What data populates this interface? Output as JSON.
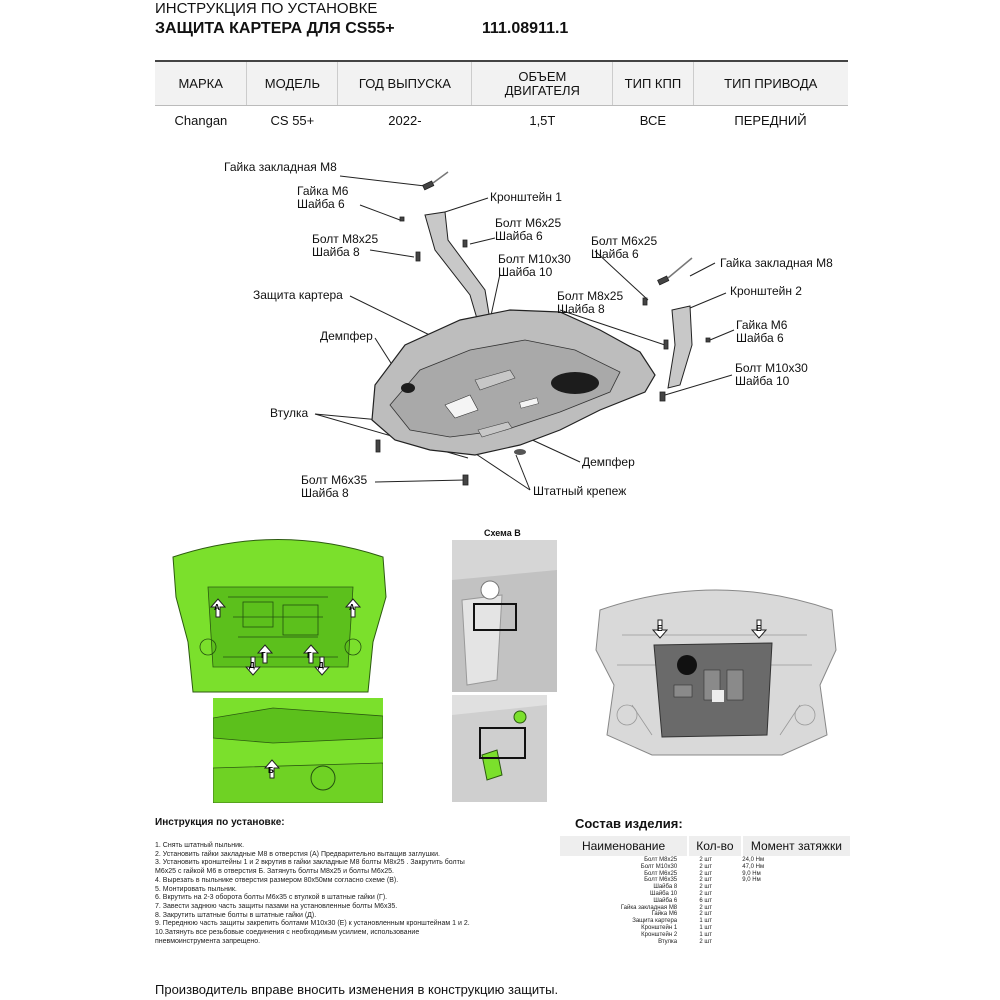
{
  "header": {
    "line1": "ИНСТРУКЦИЯ ПО УСТАНОВКЕ",
    "line2": "ЗАЩИТА КАРТЕРА ДЛЯ CS55+",
    "code": "111.08911.1"
  },
  "spec_table": {
    "headers": [
      "МАРКА",
      "МОДЕЛЬ",
      "ГОД ВЫПУСКА",
      "ОБЪЕМ ДВИГАТЕЛЯ",
      "ТИП КПП",
      "ТИП ПРИВОДА"
    ],
    "values": [
      "Changan",
      "CS 55+",
      "2022-",
      "1,5T",
      "ВСЕ",
      "ПЕРЕДНИЙ"
    ]
  },
  "callouts": {
    "nut_m8_a": "Гайка закладная М8",
    "nut_m6_a_1": "Гайка М6",
    "nut_m6_a_2": "Шайба 6",
    "bolt_m8x25_a_1": "Болт М8х25",
    "bolt_m8x25_a_2": "Шайба 8",
    "crank_guard": "Защита картера",
    "damper_a": "Демпфер",
    "bushing": "Втулка",
    "bolt_m6x35_1": "Болт М6х35",
    "bolt_m6x35_2": "Шайба 8",
    "bracket1": "Кронштейн 1",
    "bolt_m6x25_a_1": "Болт М6х25",
    "bolt_m6x25_a_2": "Шайба 6",
    "bolt_m10x30_a_1": "Болт М10х30",
    "bolt_m10x30_a_2": "Шайба 10",
    "bolt_m6x25_b_1": "Болт М6х25",
    "bolt_m6x25_b_2": "Шайба 6",
    "nut_m8_b": "Гайка закладная М8",
    "bracket2": "Кронштейн 2",
    "bolt_m8x25_b_1": "Болт М8х25",
    "bolt_m8x25_b_2": "Шайба 8",
    "nut_m6_b_1": "Гайка М6",
    "nut_m6_b_2": "Шайба 6",
    "bolt_m10x30_b_1": "Болт М10х30",
    "bolt_m10x30_b_2": "Шайба 10",
    "damper_b": "Демпфер",
    "std_fasteners": "Штатный крепеж"
  },
  "photos": {
    "scheme_title": "Схема В",
    "marks": {
      "a1": "А",
      "a2": "А",
      "g1": "Г",
      "g2": "Г",
      "d1": "Д",
      "d2": "Д",
      "b": "Б",
      "e1": "Е",
      "e2": "Е"
    }
  },
  "instructions": {
    "title": "Инструкция по установке:",
    "steps": [
      "1. Снять штатный пыльник.",
      "2. Установить гайки закладные М8 в отверстия (А) Предварительно вытащив заглушки.",
      "3. Установить кронштейны 1 и 2 вкрутив в гайки закладные М8 болты М8х25 . Закрутить болты",
      "М6х25 с гайкой М6 в отверстия Б. Затянуть болты М8х25 и болты М6х25.",
      "4. Вырезать в пыльнике отверстия размером 80х50мм согласно схеме (В).",
      "5. Монтировать пыльник.",
      "6. Вкрутить на 2-3 оборота болты М6х35 с втулкой в штатные гайки (Г).",
      "7. Завести заднюю часть защиты пазами на установленные болты М6х35.",
      "8. Закрутить штатные болты в штатные гайки (Д).",
      "9. Переднюю часть защиты закрепить болтами М10х30 (Е) к установленным кронштейнам 1 и 2.",
      "10.Затянуть все резьбовые соединения с необходимым усилием, использование",
      "пневмоинструмента запрещено."
    ]
  },
  "composition": {
    "title": "Состав изделия:",
    "headers": [
      "Наименование",
      "Кол-во",
      "Момент затяжки"
    ],
    "rows": [
      [
        "Болт М8х25",
        "2 шт",
        "24,0 Нм"
      ],
      [
        "Болт М10х30",
        "2 шт",
        "47,0 Нм"
      ],
      [
        "Болт М6х25",
        "2 шт",
        "9,0 Нм"
      ],
      [
        "Болт М6х35",
        "2 шт",
        "9,0 Нм"
      ],
      [
        "Шайба 8",
        "2 шт",
        ""
      ],
      [
        "Шайба 10",
        "2 шт",
        ""
      ],
      [
        "Шайба 6",
        "6 шт",
        ""
      ],
      [
        "Гайка закладная М8",
        "2 шт",
        ""
      ],
      [
        "Гайка  М6",
        "2 шт",
        ""
      ],
      [
        "Защита картера",
        "1 шт",
        ""
      ],
      [
        "Кронштейн 1",
        "1 шт",
        ""
      ],
      [
        "Кронштейн 2",
        "1 шт",
        ""
      ],
      [
        "Втулка",
        "2 шт",
        ""
      ]
    ]
  },
  "footer": "Производитель вправе вносить изменения в конструкцию защиты.",
  "colors": {
    "highlight": "#7be02c",
    "metal": "#b9b9b9",
    "dark": "#222222"
  }
}
